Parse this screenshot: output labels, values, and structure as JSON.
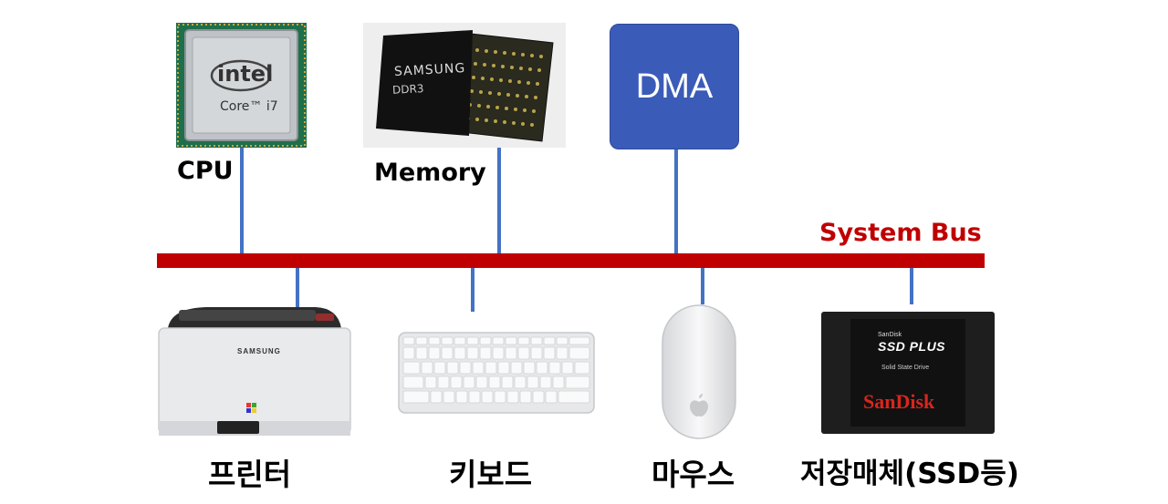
{
  "top_components": {
    "cpu": {
      "label": "CPU",
      "chip_brand": "intel",
      "chip_model": "Core™ i7"
    },
    "memory": {
      "label": "Memory",
      "chip_brand": "SAMSUNG",
      "chip_model": "DDR3"
    },
    "dma": {
      "label": "DMA"
    }
  },
  "bus": {
    "label": "System Bus",
    "color": "#C00000"
  },
  "bottom_components": {
    "printer": {
      "label": "프린터",
      "brand": "SAMSUNG"
    },
    "keyboard": {
      "label": "키보드"
    },
    "mouse": {
      "label": "마우스"
    },
    "storage": {
      "label": "저장매체(SSD등)",
      "brand_small": "SanDisk",
      "product": "SSD PLUS",
      "subtitle": "Solid State Drive",
      "brand_logo": "SanDisk"
    }
  },
  "colors": {
    "connector": "#4472C4",
    "bus": "#C00000",
    "dma_box": "#3A5BB8"
  }
}
